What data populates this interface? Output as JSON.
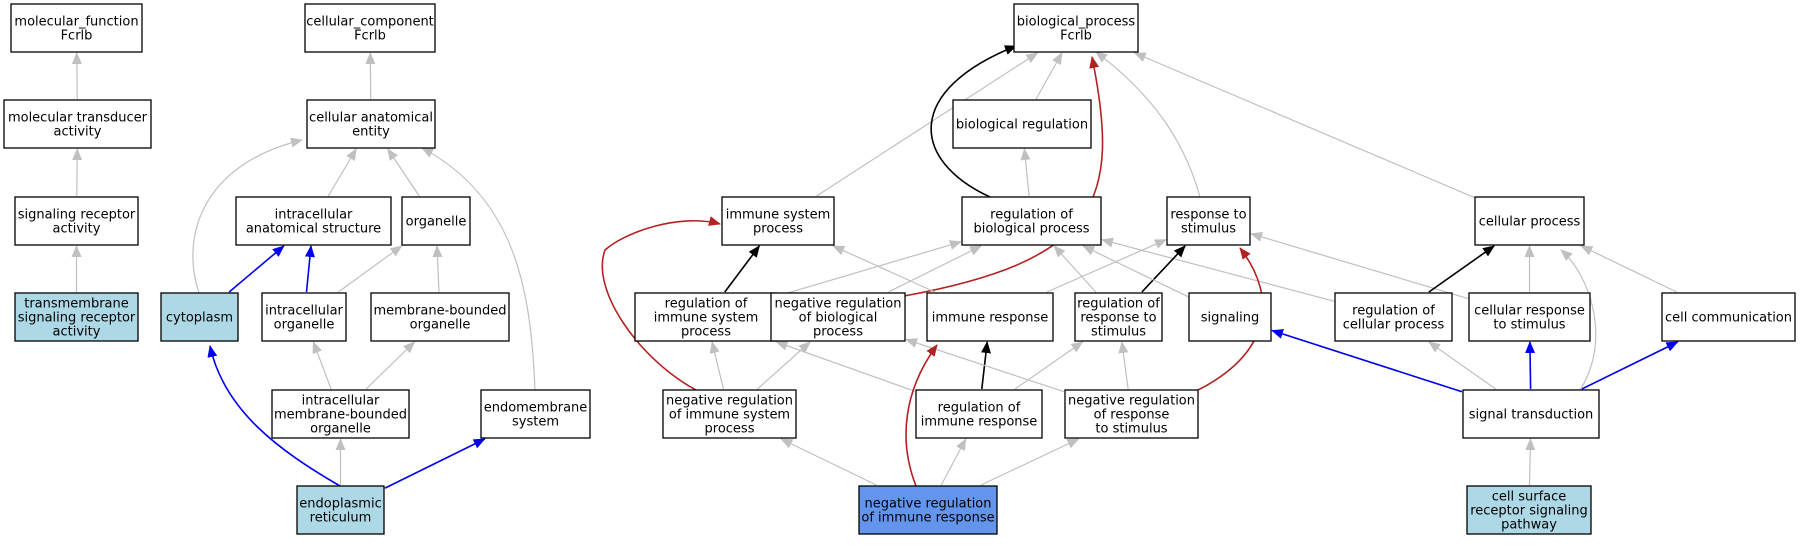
{
  "colors": {
    "gray": "#c0c0c0",
    "black": "#000000",
    "blue": "#0000ee",
    "red": "#b22222",
    "node_fill": "#ffffff",
    "highlight_fill": "#add8e6",
    "query_fill": "#6495ed"
  },
  "nodes": [
    {
      "id": "mf",
      "lines": [
        "molecular_function",
        "Fcrlb"
      ],
      "style": "plain"
    },
    {
      "id": "mta",
      "lines": [
        "molecular transducer",
        "activity"
      ],
      "style": "plain"
    },
    {
      "id": "sra",
      "lines": [
        "signaling receptor",
        "activity"
      ],
      "style": "plain"
    },
    {
      "id": "tsra",
      "lines": [
        "transmembrane",
        "signaling receptor",
        "activity"
      ],
      "style": "highlight"
    },
    {
      "id": "cc",
      "lines": [
        "cellular_component",
        "Fcrlb"
      ],
      "style": "plain"
    },
    {
      "id": "cae",
      "lines": [
        "cellular anatomical",
        "entity"
      ],
      "style": "plain"
    },
    {
      "id": "ias",
      "lines": [
        "intracellular",
        "anatomical structure"
      ],
      "style": "plain"
    },
    {
      "id": "org",
      "lines": [
        "organelle"
      ],
      "style": "plain"
    },
    {
      "id": "cyto",
      "lines": [
        "cytoplasm"
      ],
      "style": "highlight"
    },
    {
      "id": "iorg",
      "lines": [
        "intracellular",
        "organelle"
      ],
      "style": "plain"
    },
    {
      "id": "mbo",
      "lines": [
        "membrane-bounded",
        "organelle"
      ],
      "style": "plain"
    },
    {
      "id": "imbo",
      "lines": [
        "intracellular",
        "membrane-bounded",
        "organelle"
      ],
      "style": "plain"
    },
    {
      "id": "endo",
      "lines": [
        "endomembrane",
        "system"
      ],
      "style": "plain"
    },
    {
      "id": "er",
      "lines": [
        "endoplasmic",
        "reticulum"
      ],
      "style": "highlight"
    },
    {
      "id": "bp",
      "lines": [
        "biological_process",
        "Fcrlb"
      ],
      "style": "plain"
    },
    {
      "id": "breg",
      "lines": [
        "biological regulation"
      ],
      "style": "plain"
    },
    {
      "id": "isp",
      "lines": [
        "immune system",
        "process"
      ],
      "style": "plain"
    },
    {
      "id": "rbp",
      "lines": [
        "regulation of",
        "biological process"
      ],
      "style": "plain"
    },
    {
      "id": "rts",
      "lines": [
        "response to",
        "stimulus"
      ],
      "style": "plain"
    },
    {
      "id": "cp",
      "lines": [
        "cellular process"
      ],
      "style": "plain"
    },
    {
      "id": "risp",
      "lines": [
        "regulation of",
        "immune system",
        "process"
      ],
      "style": "plain"
    },
    {
      "id": "nrbp",
      "lines": [
        "negative regulation",
        "of biological",
        "process"
      ],
      "style": "plain"
    },
    {
      "id": "ir",
      "lines": [
        "immune response"
      ],
      "style": "plain"
    },
    {
      "id": "rrts",
      "lines": [
        "regulation of",
        "response to",
        "stimulus"
      ],
      "style": "plain"
    },
    {
      "id": "sig",
      "lines": [
        "signaling"
      ],
      "style": "plain"
    },
    {
      "id": "rcp",
      "lines": [
        "regulation of",
        "cellular process"
      ],
      "style": "plain"
    },
    {
      "id": "crts",
      "lines": [
        "cellular response",
        "to stimulus"
      ],
      "style": "plain"
    },
    {
      "id": "cc2",
      "lines": [
        "cell communication"
      ],
      "style": "plain"
    },
    {
      "id": "nrisp",
      "lines": [
        "negative regulation",
        "of immune system",
        "process"
      ],
      "style": "plain"
    },
    {
      "id": "rir",
      "lines": [
        "regulation of",
        "immune response"
      ],
      "style": "plain"
    },
    {
      "id": "nrrts",
      "lines": [
        "negative regulation",
        "of response",
        "to stimulus"
      ],
      "style": "plain"
    },
    {
      "id": "st",
      "lines": [
        "signal transduction"
      ],
      "style": "plain"
    },
    {
      "id": "nrir",
      "lines": [
        "negative regulation",
        "of immune response"
      ],
      "style": "query"
    },
    {
      "id": "csrsp",
      "lines": [
        "cell surface",
        "receptor signaling",
        "pathway"
      ],
      "style": "highlight"
    }
  ],
  "edges": [
    {
      "from": "mta",
      "to": "mf",
      "kind": "gray"
    },
    {
      "from": "sra",
      "to": "mta",
      "kind": "gray"
    },
    {
      "from": "tsra",
      "to": "sra",
      "kind": "gray"
    },
    {
      "from": "cae",
      "to": "cc",
      "kind": "gray"
    },
    {
      "from": "ias",
      "to": "cae",
      "kind": "gray"
    },
    {
      "from": "org",
      "to": "cae",
      "kind": "gray"
    },
    {
      "from": "cyto",
      "to": "cae",
      "kind": "gray"
    },
    {
      "from": "endo",
      "to": "cae",
      "kind": "gray"
    },
    {
      "from": "cyto",
      "to": "ias",
      "kind": "blue"
    },
    {
      "from": "iorg",
      "to": "ias",
      "kind": "blue"
    },
    {
      "from": "iorg",
      "to": "org",
      "kind": "gray"
    },
    {
      "from": "mbo",
      "to": "org",
      "kind": "gray"
    },
    {
      "from": "imbo",
      "to": "iorg",
      "kind": "gray"
    },
    {
      "from": "imbo",
      "to": "mbo",
      "kind": "gray"
    },
    {
      "from": "er",
      "to": "imbo",
      "kind": "gray"
    },
    {
      "from": "er",
      "to": "cyto",
      "kind": "blue"
    },
    {
      "from": "er",
      "to": "endo",
      "kind": "blue"
    },
    {
      "from": "breg",
      "to": "bp",
      "kind": "gray"
    },
    {
      "from": "isp",
      "to": "bp",
      "kind": "gray"
    },
    {
      "from": "rts",
      "to": "bp",
      "kind": "gray"
    },
    {
      "from": "cp",
      "to": "bp",
      "kind": "gray"
    },
    {
      "from": "rbp",
      "to": "bp",
      "kind": "black"
    },
    {
      "from": "nrbp",
      "to": "bp",
      "kind": "red"
    },
    {
      "from": "rbp",
      "to": "breg",
      "kind": "gray"
    },
    {
      "from": "risp",
      "to": "isp",
      "kind": "black"
    },
    {
      "from": "ir",
      "to": "isp",
      "kind": "gray"
    },
    {
      "from": "risp",
      "to": "rbp",
      "kind": "gray"
    },
    {
      "from": "nrbp",
      "to": "rbp",
      "kind": "gray"
    },
    {
      "from": "rrts",
      "to": "rbp",
      "kind": "gray"
    },
    {
      "from": "rcp",
      "to": "rbp",
      "kind": "gray"
    },
    {
      "from": "rrts",
      "to": "rts",
      "kind": "black"
    },
    {
      "from": "ir",
      "to": "rts",
      "kind": "gray"
    },
    {
      "from": "crts",
      "to": "rts",
      "kind": "gray"
    },
    {
      "from": "sig",
      "to": "rbp",
      "kind": "gray"
    },
    {
      "from": "rcp",
      "to": "cp",
      "kind": "black"
    },
    {
      "from": "crts",
      "to": "cp",
      "kind": "gray"
    },
    {
      "from": "cc2",
      "to": "cp",
      "kind": "gray"
    },
    {
      "from": "st",
      "to": "cp",
      "kind": "gray"
    },
    {
      "from": "nrisp",
      "to": "isp",
      "kind": "red"
    },
    {
      "from": "nrisp",
      "to": "risp",
      "kind": "gray"
    },
    {
      "from": "nrisp",
      "to": "nrbp",
      "kind": "gray"
    },
    {
      "from": "rir",
      "to": "ir",
      "kind": "black"
    },
    {
      "from": "rir",
      "to": "risp",
      "kind": "gray"
    },
    {
      "from": "rir",
      "to": "rrts",
      "kind": "gray"
    },
    {
      "from": "nrrts",
      "to": "rrts",
      "kind": "gray"
    },
    {
      "from": "nrrts",
      "to": "nrbp",
      "kind": "gray"
    },
    {
      "from": "nrrts",
      "to": "rts",
      "kind": "red"
    },
    {
      "from": "st",
      "to": "sig",
      "kind": "blue"
    },
    {
      "from": "st",
      "to": "crts",
      "kind": "blue"
    },
    {
      "from": "st",
      "to": "cc2",
      "kind": "blue"
    },
    {
      "from": "st",
      "to": "rcp",
      "kind": "gray"
    },
    {
      "from": "nrir",
      "to": "nrisp",
      "kind": "gray"
    },
    {
      "from": "nrir",
      "to": "rir",
      "kind": "gray"
    },
    {
      "from": "nrir",
      "to": "nrrts",
      "kind": "gray"
    },
    {
      "from": "nrir",
      "to": "ir",
      "kind": "red"
    },
    {
      "from": "csrsp",
      "to": "st",
      "kind": "gray"
    }
  ]
}
